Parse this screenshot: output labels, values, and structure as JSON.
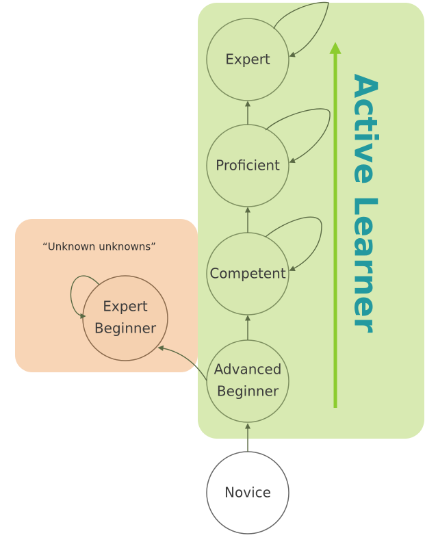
{
  "colors": {
    "green_panel": "#d8eab2",
    "green_node": "#d7e8b0",
    "green_stroke": "#7d8f5f",
    "orange_panel": "#f8d5b6",
    "orange_node": "#f5d1b0",
    "arrow": "#5a6a44",
    "progress_arrow": "#8ccc2f",
    "title": "#23999f",
    "novice_fill": "#ffffff",
    "novice_stroke": "#666666"
  },
  "nodes": {
    "expert": {
      "label": "Expert"
    },
    "proficient": {
      "label": "Proficient"
    },
    "competent": {
      "label": "Competent"
    },
    "advanced": {
      "line1": "Advanced",
      "line2": "Beginner"
    },
    "expert_beginner": {
      "line1": "Expert",
      "line2": "Beginner"
    },
    "novice": {
      "label": "Novice"
    }
  },
  "annotations": {
    "unknown_unknowns": "“Unknown unknowns”",
    "active_learner": "Active Learner"
  }
}
